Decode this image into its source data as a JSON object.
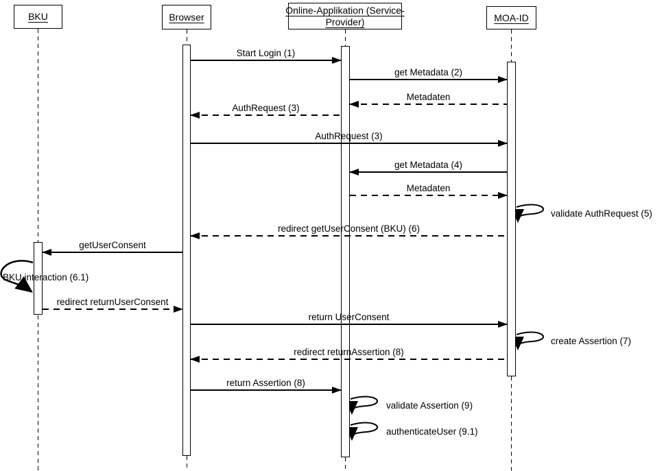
{
  "diagram_type": "uml-sequence-diagram",
  "colors": {
    "line": "#000000",
    "background": "#ffffff",
    "text": "#000000"
  },
  "actors": [
    {
      "name": "BKU",
      "lines": [
        "BKU"
      ]
    },
    {
      "name": "Browser",
      "lines": [
        "Browser"
      ]
    },
    {
      "name": "Online-Applikation (Service-Provider)",
      "lines": [
        "Online-Applikation (Service-",
        "Provider)"
      ]
    },
    {
      "name": "MOA-ID",
      "lines": [
        "MOA-ID"
      ]
    }
  ],
  "messages": [
    {
      "label": "Start Login (1)",
      "from": "Browser",
      "to": "Online-Applikation (Service-Provider)",
      "line": "solid"
    },
    {
      "label": "get Metadata (2)",
      "from": "Online-Applikation (Service-Provider)",
      "to": "MOA-ID",
      "line": "solid"
    },
    {
      "label": "Metadaten",
      "from": "MOA-ID",
      "to": "Online-Applikation (Service-Provider)",
      "line": "dashed"
    },
    {
      "label": "AuthRequest (3)",
      "from": "Online-Applikation (Service-Provider)",
      "to": "Browser",
      "line": "dashed"
    },
    {
      "label": "AuthRequest (3)",
      "from": "Browser",
      "to": "MOA-ID",
      "line": "solid"
    },
    {
      "label": "get Metadata (4)",
      "from": "MOA-ID",
      "to": "Online-Applikation (Service-Provider)",
      "line": "solid"
    },
    {
      "label": "Metadaten",
      "from": "Online-Applikation (Service-Provider)",
      "to": "MOA-ID",
      "line": "dashed"
    },
    {
      "label": "validate AuthRequest (5)",
      "from": "MOA-ID",
      "to": "MOA-ID",
      "line": "self"
    },
    {
      "label": "redirect getUserConsent (BKU) (6)",
      "from": "MOA-ID",
      "to": "Browser",
      "line": "dashed"
    },
    {
      "label": "getUserConsent",
      "from": "Browser",
      "to": "BKU",
      "line": "solid"
    },
    {
      "label": "BKU interaction (6.1)",
      "from": "BKU",
      "to": "BKU",
      "line": "self"
    },
    {
      "label": "redirect returnUserConsent",
      "from": "BKU",
      "to": "Browser",
      "line": "dashed"
    },
    {
      "label": "return UserConsent",
      "from": "Browser",
      "to": "MOA-ID",
      "line": "solid"
    },
    {
      "label": "create Assertion (7)",
      "from": "MOA-ID",
      "to": "MOA-ID",
      "line": "self"
    },
    {
      "label": "redirect returnAssertion (8)",
      "from": "MOA-ID",
      "to": "Browser",
      "line": "dashed"
    },
    {
      "label": "return Assertion (8)",
      "from": "Browser",
      "to": "Online-Applikation (Service-Provider)",
      "line": "solid"
    },
    {
      "label": "validate Assertion (9)",
      "from": "Online-Applikation (Service-Provider)",
      "to": "Online-Applikation (Service-Provider)",
      "line": "self"
    },
    {
      "label": "authenticateUser (9.1)",
      "from": "Online-Applikation (Service-Provider)",
      "to": "Online-Applikation (Service-Provider)",
      "line": "self"
    }
  ]
}
